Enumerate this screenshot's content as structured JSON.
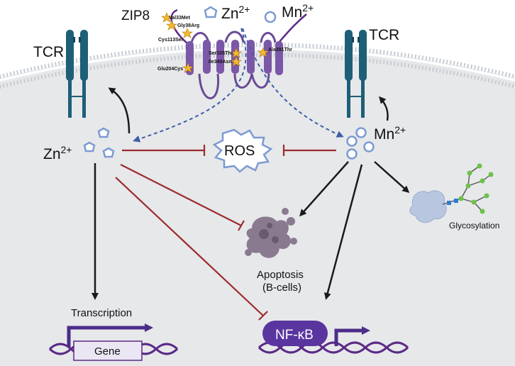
{
  "labels": {
    "zip8": "ZIP8",
    "tcr_left": "TCR",
    "tcr_right": "TCR",
    "zn_ion": "Zn",
    "zn_charge": "2+",
    "mn_ion": "Mn",
    "mn_charge": "2+",
    "ros": "ROS",
    "apoptosis": "Apoptosis",
    "apoptosis_sub": "(B-cells)",
    "transcription": "Transcription",
    "gene": "Gene",
    "nfkb": "NF-κB",
    "glycosylation": "Glycosylation"
  },
  "mutations": [
    "Val33Met",
    "Gly38Arg",
    "Cys113Ser",
    "Glu204Cys",
    "Ser335Thr",
    "Ile340Asn",
    "Ala391Thr"
  ],
  "colors": {
    "cell": "#e7e8ea",
    "membrane_head": "#c6ccd2",
    "tcr": "#1e5f78",
    "zip8": "#7b57a8",
    "ion_stroke": "#7b9bd2",
    "activation_arrow": "#1a1a1a",
    "inhibition_line": "#9b2c2c",
    "dashed_transport": "#3f5ea8",
    "dna_strand": "#5a2a86",
    "nfkb_fill": "#5a35a0",
    "promoter_arrow": "#4b2d8a",
    "mutation_star": "#f5b731",
    "glycan_green": "#6cc24a",
    "glycan_blue": "#2d7dd2"
  },
  "icons": [
    "tcr-receptor-icon",
    "zip8-transporter-icon",
    "zinc-ion-icon",
    "manganese-ion-icon",
    "ros-burst-icon",
    "apoptotic-cell-icon",
    "dna-helix-icon",
    "protein-icon",
    "glycan-chain-icon",
    "mutation-star-icon"
  ]
}
